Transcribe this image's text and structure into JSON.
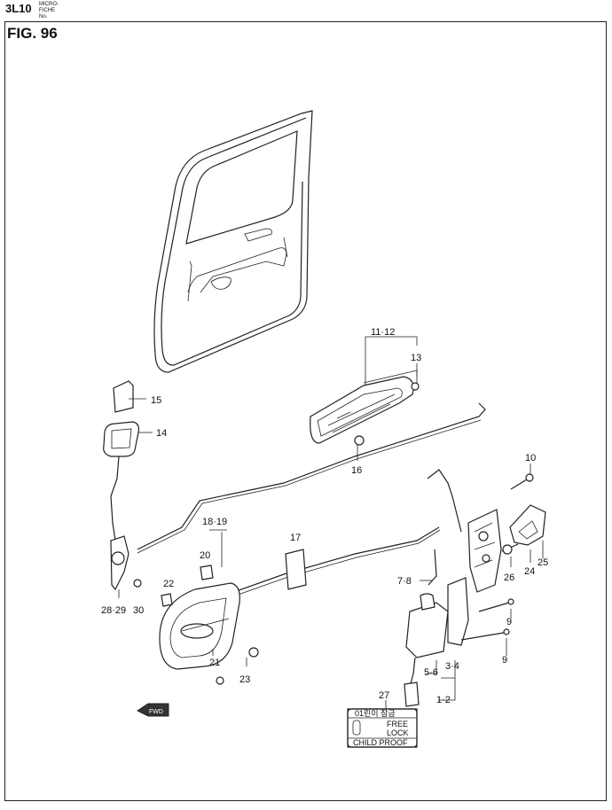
{
  "header": {
    "code": "3L10",
    "micro_line1": "MICRO-",
    "micro_line2": "FICHE No."
  },
  "figure": {
    "title": "FIG.  96"
  },
  "callouts": [
    {
      "id": "c-11-12",
      "text": "11·12"
    },
    {
      "id": "c-13",
      "text": "13"
    },
    {
      "id": "c-15",
      "text": "15"
    },
    {
      "id": "c-14",
      "text": "14"
    },
    {
      "id": "c-16",
      "text": "16"
    },
    {
      "id": "c-10",
      "text": "10"
    },
    {
      "id": "c-18-19",
      "text": "18·19"
    },
    {
      "id": "c-17",
      "text": "17"
    },
    {
      "id": "c-20",
      "text": "20"
    },
    {
      "id": "c-22",
      "text": "22"
    },
    {
      "id": "c-28-29",
      "text": "28·29"
    },
    {
      "id": "c-30",
      "text": "30"
    },
    {
      "id": "c-7-8",
      "text": "7·8"
    },
    {
      "id": "c-26",
      "text": "26"
    },
    {
      "id": "c-24",
      "text": "24"
    },
    {
      "id": "c-25",
      "text": "25"
    },
    {
      "id": "c-9a",
      "text": "9"
    },
    {
      "id": "c-9b",
      "text": "9"
    },
    {
      "id": "c-3-4",
      "text": "3·4"
    },
    {
      "id": "c-5-6",
      "text": "5·6"
    },
    {
      "id": "c-1-2",
      "text": "1·2"
    },
    {
      "id": "c-21",
      "text": "21"
    },
    {
      "id": "c-23",
      "text": "23"
    },
    {
      "id": "c-27",
      "text": "27"
    }
  ],
  "child_proof_label": {
    "top_korean": "01린이 잠금",
    "free": "FREE",
    "lock": "LOCK",
    "bottom": "CHILD  PROOF"
  },
  "fwd_arrow": "FWD"
}
